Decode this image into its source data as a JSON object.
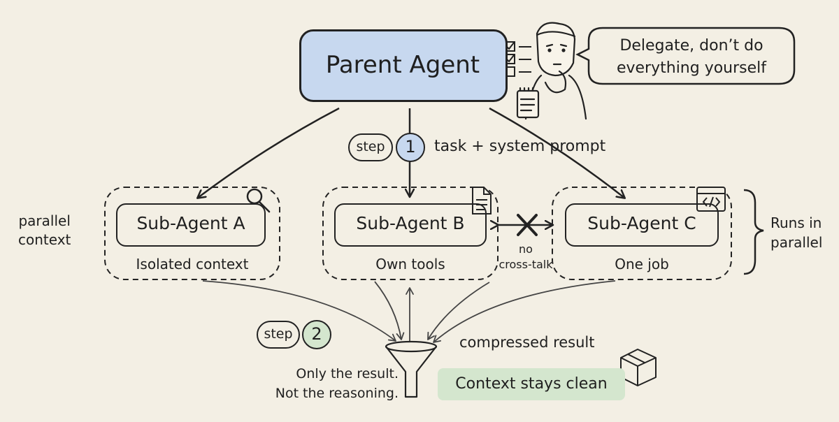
{
  "parent": {
    "title": "Parent Agent"
  },
  "speech": {
    "line1": "Delegate, don’t do",
    "line2": "everything yourself"
  },
  "step1": {
    "word": "step",
    "number": "1",
    "label": "task + system prompt"
  },
  "step2": {
    "word": "step",
    "number": "2"
  },
  "sub_agents": [
    {
      "title": "Sub-Agent A",
      "caption": "Isolated context",
      "icon": "magnifier-icon"
    },
    {
      "title": "Sub-Agent B",
      "caption": "Own tools",
      "icon": "document-icon"
    },
    {
      "title": "Sub-Agent C",
      "caption": "One job",
      "icon": "code-window-icon"
    }
  ],
  "left_note": {
    "line1": "parallel",
    "line2": "context"
  },
  "right_note": {
    "line1": "Runs in",
    "line2": "parallel"
  },
  "no_crosstalk": {
    "line1": "no",
    "line2": "cross-talk"
  },
  "compressed": "compressed result",
  "only_result": {
    "line1": "Only the result.",
    "line2": "Not the reasoning."
  },
  "clean": "Context stays clean",
  "colors": {
    "background": "#f3efe4",
    "parent_fill": "#c7d8ef",
    "step1_fill": "#c7d8ef",
    "step2_fill": "#d4e6ce",
    "clean_fill": "#d4e6ce",
    "ink": "#222222"
  }
}
